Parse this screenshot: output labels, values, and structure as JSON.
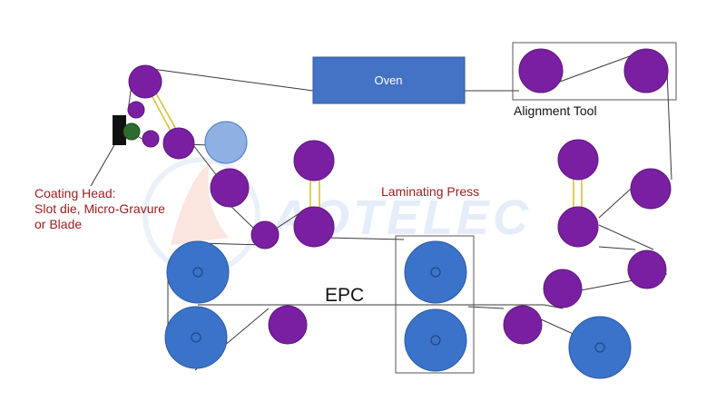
{
  "labels": {
    "oven": "Oven",
    "alignment_tool": "Alignment Tool",
    "laminating_press": "Laminating Press",
    "epc": "EPC",
    "coating_head_line1": "Coating Head:",
    "coating_head_line2": "Slot die, Micro-Gravure",
    "coating_head_line3": "or Blade"
  },
  "watermark": "AOTELEC",
  "colors": {
    "roller_purple": "#7a1fa2",
    "roller_blue": "#3a73c9",
    "roller_light_blue": "#8fb0e3",
    "oven_fill": "#4472c4",
    "coating_head_label": "#9b1c1c",
    "nip_lines": "#d9c23a"
  }
}
